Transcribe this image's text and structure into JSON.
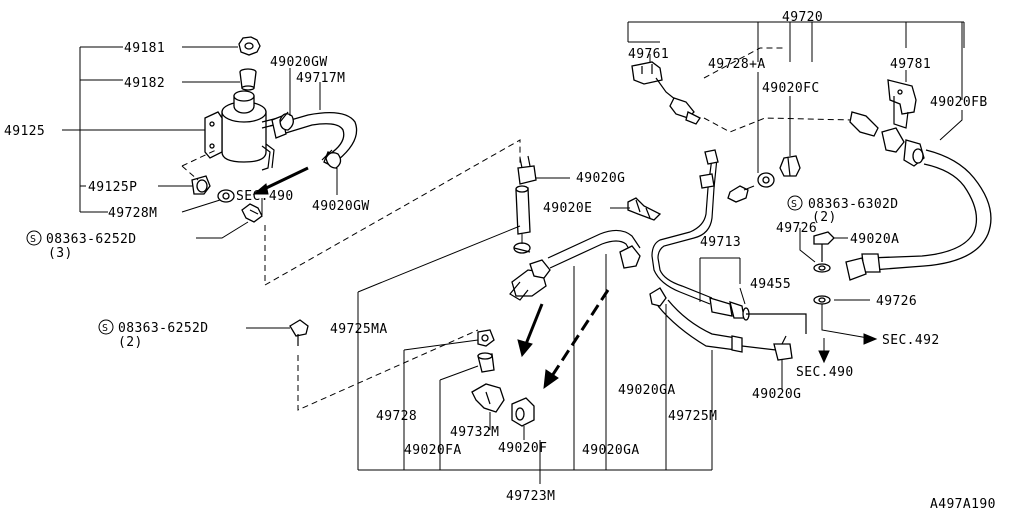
{
  "diagram_id": "A497A190",
  "labels": {
    "p49720": "49720",
    "p49181": "49181",
    "p49182": "49182",
    "p49125": "49125",
    "p49125P": "49125P",
    "p49728M": "49728M",
    "p49020GW_top": "49020GW",
    "p49717M": "49717M",
    "p49020GW_bot": "49020GW",
    "sec490_upper": "SEC.490",
    "bolt_left_num": "08363-6252D",
    "bolt_left_qty": "(3)",
    "p49761": "49761",
    "p49728A": "49728+A",
    "p49020FC": "49020FC",
    "p49781": "49781",
    "p49020FB": "49020FB",
    "p49020G_top": "49020G",
    "p49020E": "49020E",
    "bolt_right_num": "08363-6302D",
    "bolt_right_qty": "(2)",
    "p49726_top": "49726",
    "p49020A": "49020A",
    "p49713": "49713",
    "p49455": "49455",
    "p49726_bot": "49726",
    "sec492": "SEC.492",
    "sec490_lower": "SEC.490",
    "p49020G_bot": "49020G",
    "p49725MA": "49725MA",
    "bolt_mid_num": "08363-6252D",
    "bolt_mid_qty": "(2)",
    "p49728": "49728",
    "p49732M": "49732M",
    "p49020FA": "49020FA",
    "p49020F": "49020F",
    "p49020GA_mid": "49020GA",
    "p49020GA_right": "49020GA",
    "p49725M": "49725M",
    "p49723M": "49723M",
    "screw_symbol": "S"
  }
}
